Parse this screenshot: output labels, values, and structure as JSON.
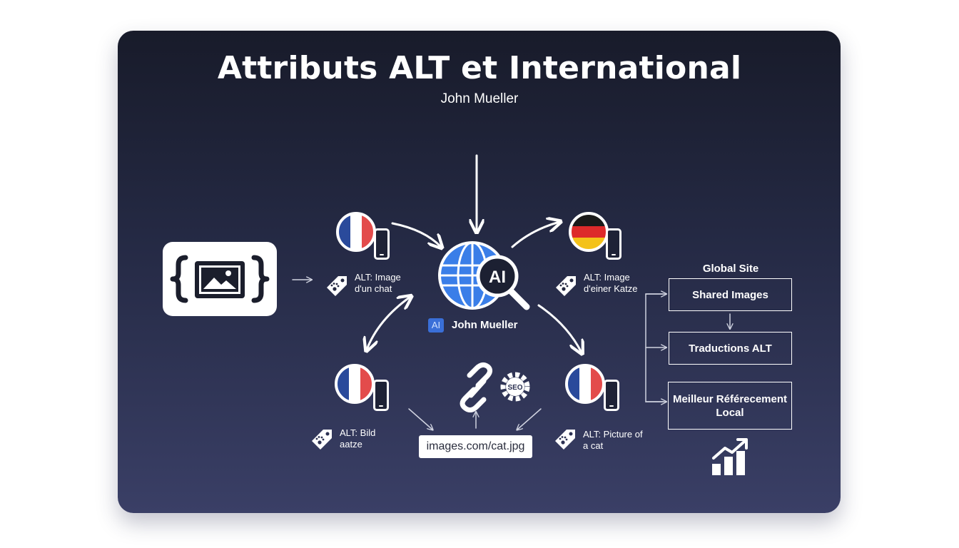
{
  "title": "Attributs ALT et International",
  "subtitle": "John Mueller",
  "center": {
    "ai_label": "AI",
    "badge": "AI",
    "name": "John Mueller",
    "globe_color": "#3a7ee8"
  },
  "nodes": {
    "top_left": {
      "flag": "france-flag",
      "alt": "ALT: Image\nd'un chat"
    },
    "top_right": {
      "flag": "germany-flag",
      "alt": "ALT: Image\nd'einer Katze"
    },
    "bottom_left": {
      "flag": "france-flag",
      "alt": "ALT: Bild\naatze"
    },
    "bottom_right": {
      "flag": "france-flag",
      "alt": "ALT: Picture of\na cat"
    }
  },
  "link": {
    "seo_label": "SEO",
    "url": "images.com/cat.jpg"
  },
  "global": {
    "title": "Global Site",
    "boxes": [
      "Shared Images",
      "Traductions ALT",
      "Meilleur Référecement\nLocal"
    ]
  },
  "colors": {
    "card_top": "#181b2a",
    "card_bottom": "#3a3f66",
    "accent": "#3a7ee8"
  }
}
